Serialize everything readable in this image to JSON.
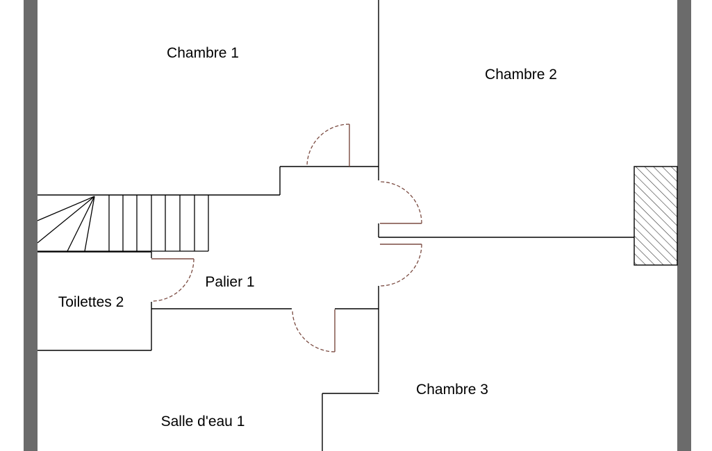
{
  "colors": {
    "outer_wall": "#6b6b6b",
    "inner_wall": "#000000",
    "door": "#7a4a40",
    "background": "#ffffff",
    "chimney_hatch": "#333333"
  },
  "rooms": {
    "chambre_1": "Chambre 1",
    "chambre_2": "Chambre 2",
    "chambre_3": "Chambre 3",
    "palier_1": "Palier 1",
    "toilettes_2": "Toilettes 2",
    "salle_deau_1": "Salle d'eau 1"
  }
}
